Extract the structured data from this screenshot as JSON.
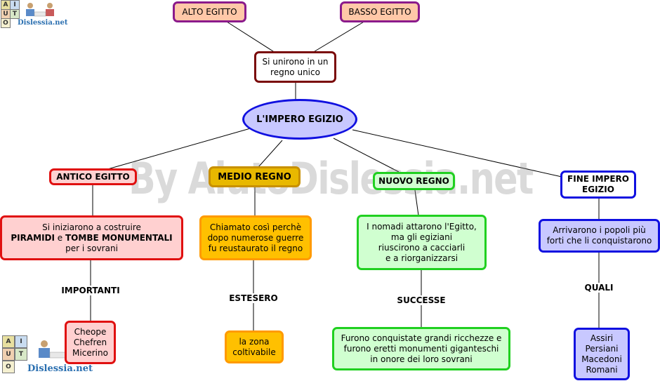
{
  "watermark": "By AiutoDislessia.net",
  "logo": {
    "tiles": [
      "A",
      "I",
      "U",
      "T",
      "O"
    ],
    "brand": "Dislessia.net"
  },
  "nodes": {
    "alto": "ALTO EGITTO",
    "basso": "BASSO EGITTO",
    "unirono": "Si unirono in un\nregno unico",
    "impero": "L'IMPERO EGIZIO",
    "antico": "ANTICO EGITTO",
    "medio": "MEDIO REGNO",
    "nuovo": "NUOVO REGNO",
    "fine": "FINE IMPERO\nEGIZIO",
    "antico_desc_pre": "Si iniziarono a costruire",
    "antico_desc_b1": "PIRAMIDI",
    "antico_desc_mid": " e ",
    "antico_desc_b2": "TOMBE MONUMENTALI",
    "antico_desc_post": "per i sovrani",
    "medio_desc": "Chiamato così perchè\ndopo numerose guerre\nfu reustaurato il regno",
    "nuovo_desc": "I nomadi attarono l'Egitto,\nma gli egiziani\nriuscirono a cacciarli\ne a riorganizzarsi",
    "fine_desc": "Arrivarono i popoli più\nforti che li conquistarono",
    "piramidi": "Cheope\nChefren\nMicerino",
    "zona": "la zona\ncoltivabile",
    "ricchezze": "Furono conquistate grandi ricchezze e\nfurono eretti monumenti giganteschi\nin onore dei loro sovrani",
    "popoli": "Assiri\nPersiani\nMacedoni\nRomani"
  },
  "links": {
    "importanti": "IMPORTANTI",
    "estesero": "ESTESERO",
    "successe": "SUCCESSE",
    "quali": "QUALI"
  }
}
